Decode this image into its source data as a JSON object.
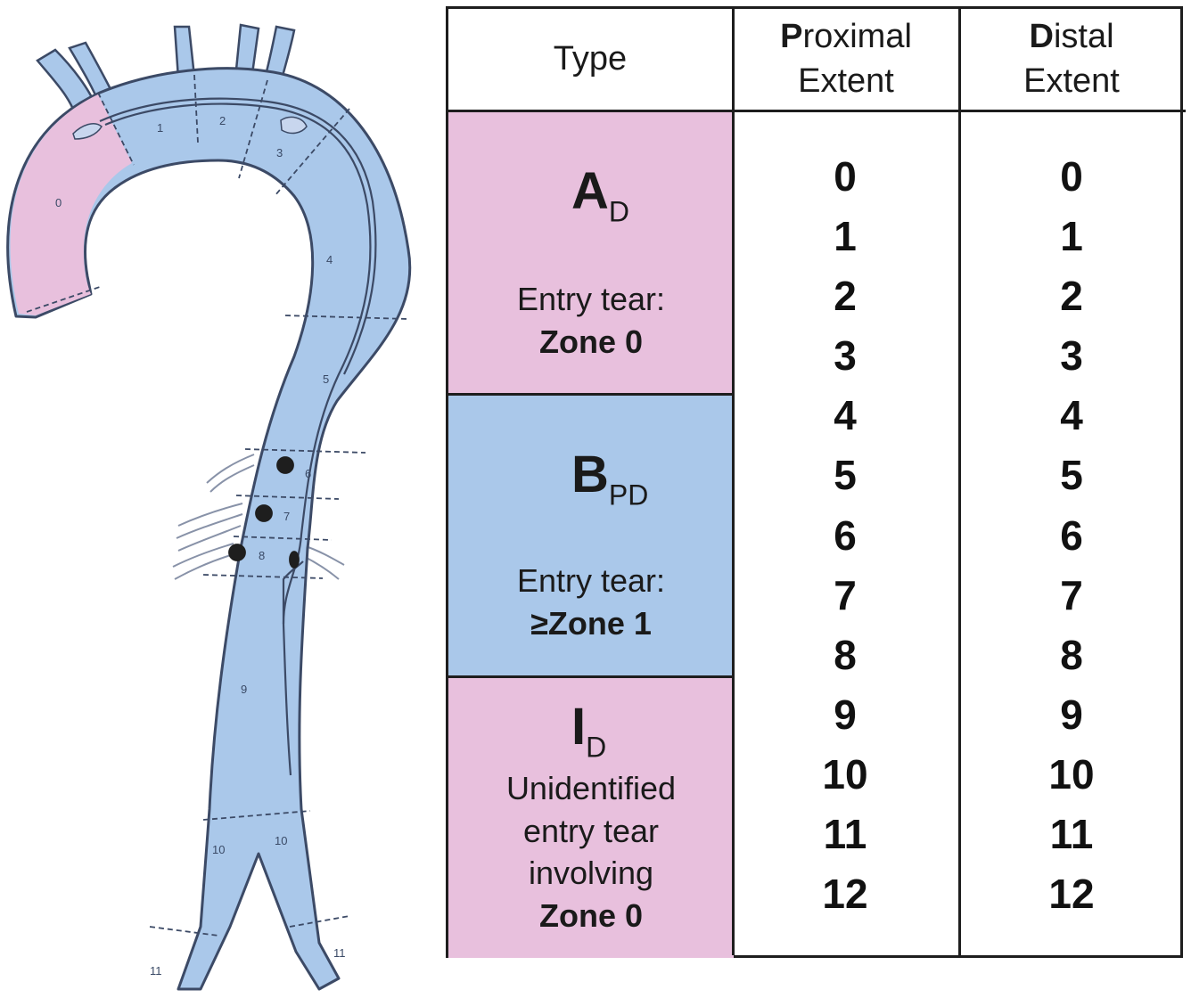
{
  "diagram": {
    "zone_labels": [
      "0",
      "1",
      "2",
      "3",
      "4",
      "5",
      "6",
      "7",
      "8",
      "9",
      "10",
      "10",
      "11",
      "11"
    ]
  },
  "table": {
    "headers": {
      "type": "Type",
      "proximal_initial": "P",
      "proximal_rest": "roximal",
      "proximal_line2": "Extent",
      "distal_initial": "D",
      "distal_rest": "istal",
      "distal_line2": "Extent"
    },
    "types": [
      {
        "code": "A",
        "sub": "D",
        "desc_line1": "Entry tear:",
        "desc_line2": "Zone 0",
        "color": "#e8c0dd"
      },
      {
        "code": "B",
        "sub": "PD",
        "desc_line1": "Entry tear:",
        "desc_line2": "≥Zone 1",
        "color": "#aac8ea"
      },
      {
        "code": "I",
        "sub": "D",
        "desc_line1": "Unidentified",
        "desc_line2": "entry tear",
        "desc_line3": "involving",
        "desc_line4": "Zone 0",
        "color": "#e8c0dd"
      }
    ],
    "proximal_zones": [
      "0",
      "1",
      "2",
      "3",
      "4",
      "5",
      "6",
      "7",
      "8",
      "9",
      "10",
      "11",
      "12"
    ],
    "distal_zones": [
      "0",
      "1",
      "2",
      "3",
      "4",
      "5",
      "6",
      "7",
      "8",
      "9",
      "10",
      "11",
      "12"
    ]
  }
}
